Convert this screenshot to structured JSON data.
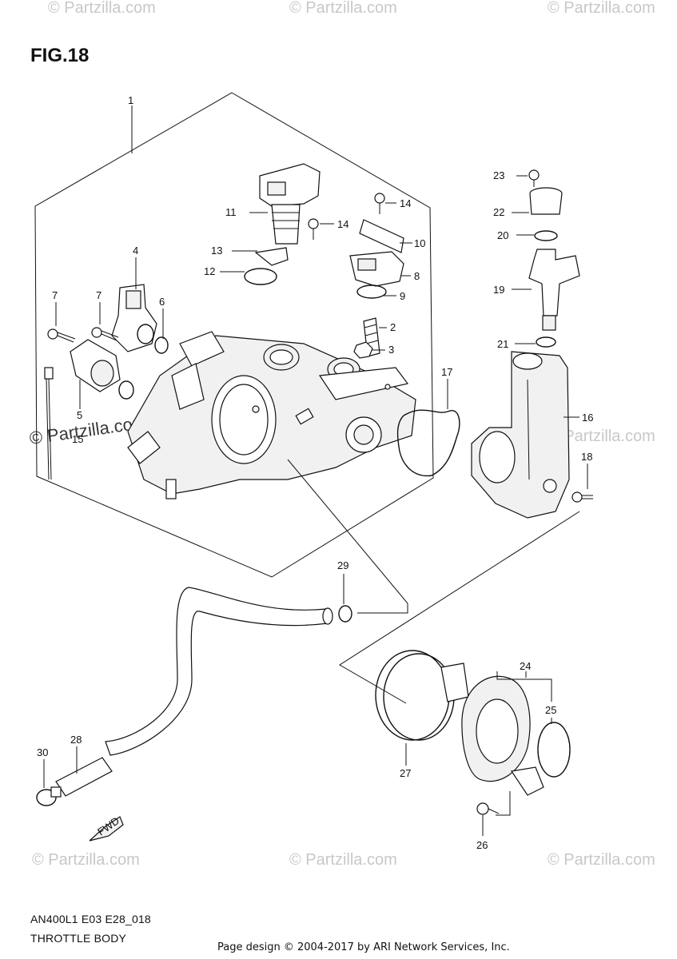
{
  "figure": {
    "title": "FIG.18"
  },
  "watermark": {
    "text": "© Partzilla.com"
  },
  "callouts": [
    "1",
    "2",
    "3",
    "4",
    "5",
    "6",
    "7",
    "7",
    "8",
    "9",
    "10",
    "11",
    "12",
    "13",
    "14",
    "14",
    "15",
    "16",
    "17",
    "18",
    "19",
    "20",
    "21",
    "22",
    "23",
    "24",
    "25",
    "26",
    "27",
    "28",
    "29",
    "30"
  ],
  "fwd_label": "FWD",
  "footer": {
    "model_code": "AN400L1 E03 E28_018",
    "section_name": "THROTTLE BODY",
    "credit": "Page design © 2004-2017 by ARI Network Services, Inc."
  }
}
